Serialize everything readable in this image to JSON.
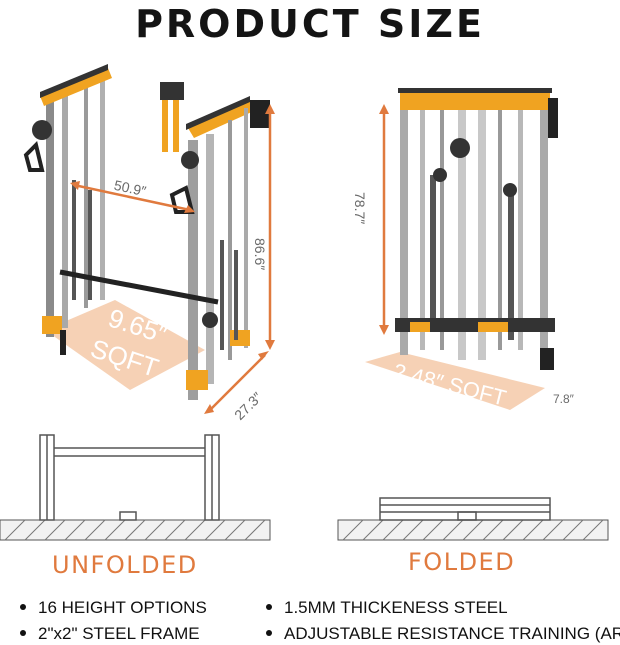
{
  "title": "PRODUCT  SIZE",
  "unfolded": {
    "width": "50.9″",
    "height": "86.6″",
    "depth": "27.3″",
    "area_value": "9.65″",
    "area_unit": "SQFT",
    "caption": "UNFOLDED"
  },
  "folded": {
    "height": "78.7″",
    "area": "2.48″ SQFT",
    "depth": "7.8″",
    "caption": "FOLDED"
  },
  "features": [
    "16 HEIGHT OPTIONS",
    "2\"x2\" STEEL FRAME",
    "1.5MM THICKENESS STEEL",
    "ADJUSTABLE RESISTANCE TRAINING (ART)"
  ],
  "colors": {
    "accent": "#e07a3e",
    "frame_orange": "#f0a321",
    "area_fill": "#f4c9a8"
  }
}
